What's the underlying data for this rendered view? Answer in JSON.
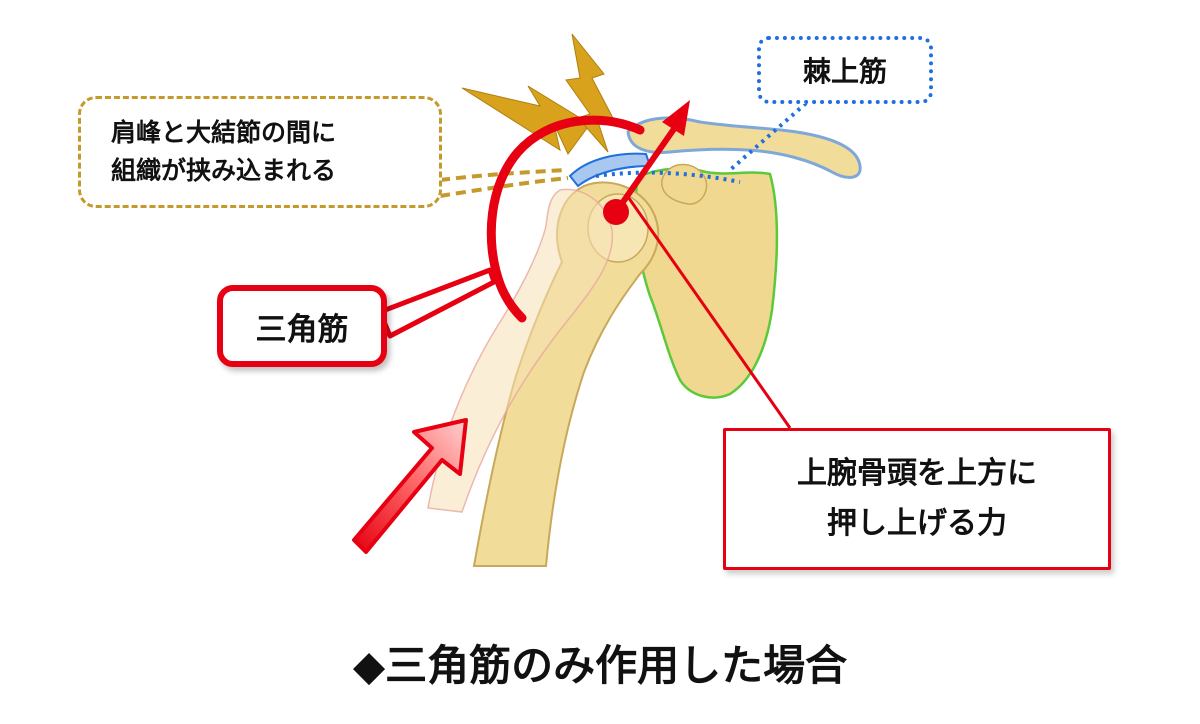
{
  "callouts": {
    "impingement": {
      "line1": "肩峰と大結節の間に",
      "line2": "組織が挟み込まれる"
    },
    "supraspinatus": "棘上筋",
    "deltoid": "三角筋",
    "force": {
      "line1": "上腕骨頭を上方に",
      "line2": "押し上げる力"
    }
  },
  "caption": "◆三角筋のみ作用した場合",
  "colors": {
    "bone": "#f2dc9a",
    "bone_outline": "#c9a85a",
    "scapula_outline": "#5cc93a",
    "callout_dash": "#c49a2c",
    "supraspinatus_blue": "#1f6fe0",
    "deltoid_red": "#e60012",
    "lightning": "#d9a21c"
  }
}
